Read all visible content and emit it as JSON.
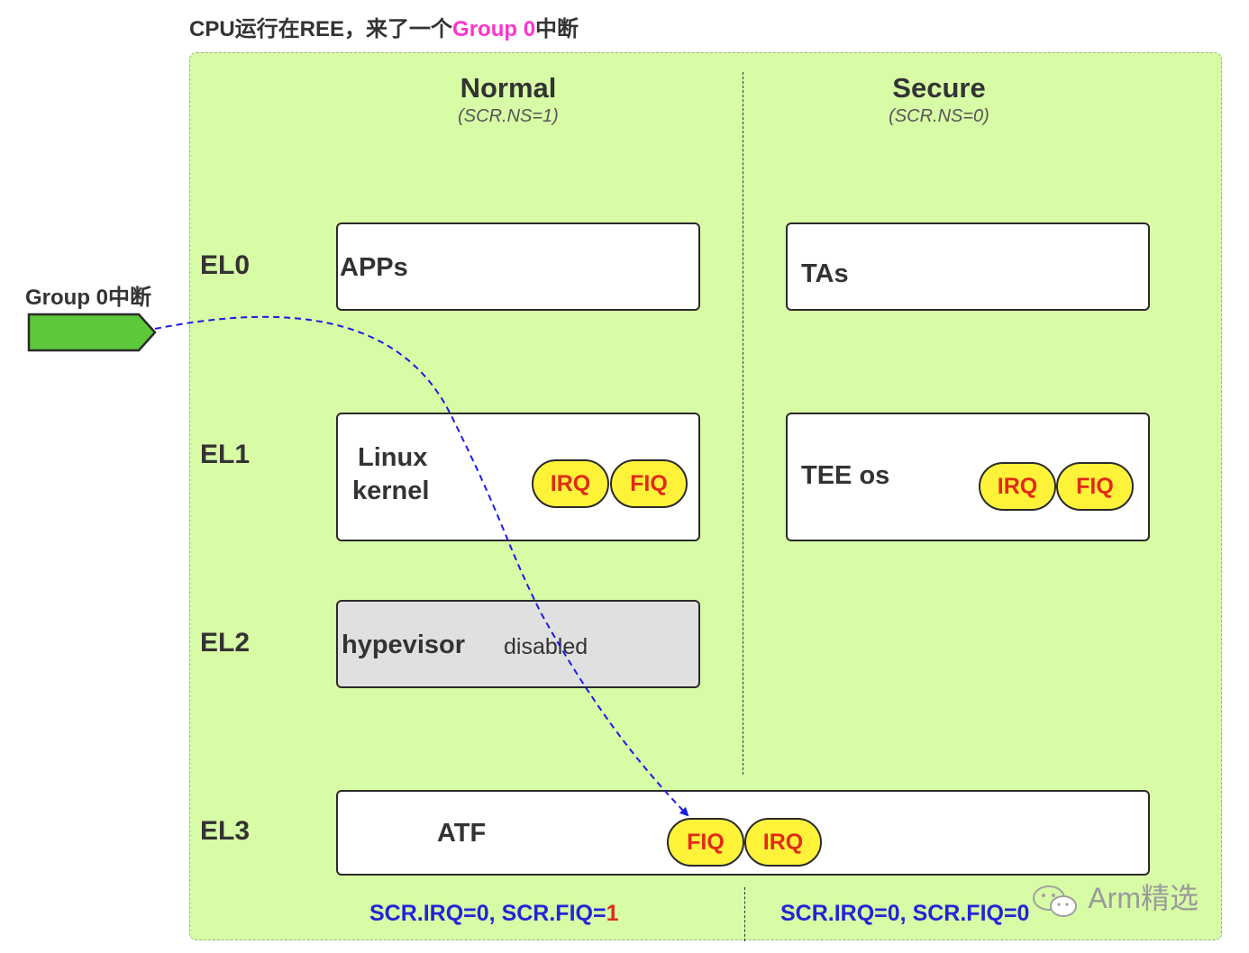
{
  "title": {
    "prefix": "CPU运行在REE，来了一个",
    "highlight": "Group 0",
    "suffix": "中断"
  },
  "worlds": {
    "normal": {
      "title": "Normal",
      "subtitle": "(SCR.NS=1)"
    },
    "secure": {
      "title": "Secure",
      "subtitle": "(SCR.NS=0)"
    }
  },
  "levels": {
    "el0": "EL0",
    "el1": "EL1",
    "el2": "EL2",
    "el3": "EL3"
  },
  "boxes": {
    "apps": "APPs",
    "tas": "TAs",
    "linux_line1": "Linux",
    "linux_line2": "kernel",
    "tee_os": "TEE os",
    "hypervisor": "hypevisor",
    "hypervisor_state": "disabled",
    "atf": "ATF"
  },
  "pills": {
    "linux_irq": "IRQ",
    "linux_fiq": "FIQ",
    "tee_irq": "IRQ",
    "tee_fiq": "FIQ",
    "atf_fiq": "FIQ",
    "atf_irq": "IRQ"
  },
  "interrupt": {
    "label": "Group 0中断"
  },
  "scr": {
    "normal_prefix": "SCR.IRQ=0,  SCR.FIQ=",
    "normal_value": "1",
    "secure_text": "SCR.IRQ=0,  SCR.FIQ=0"
  },
  "watermark": {
    "text": "Arm精选",
    "icon": "wechat-icon"
  },
  "colors": {
    "panel": "#d8fba6",
    "pill": "#fff33a",
    "pill_text": "#e32a14",
    "highlight": "#ff33cc",
    "arrow": "#1a1ae6",
    "interrupt_tag": "#5cc83a",
    "scr_text": "#2424d6"
  }
}
